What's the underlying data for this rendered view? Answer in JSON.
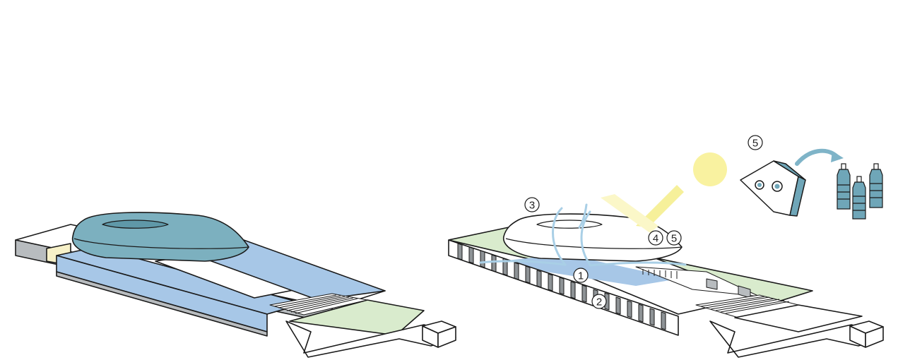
{
  "callouts": {
    "c1": "1",
    "c2": "2",
    "c3": "3",
    "c4": "4",
    "c5_roof": "5",
    "c5_product": "5"
  },
  "colors": {
    "outline": "#1a1a1a",
    "roof_teal": "#7cb0bf",
    "roof_teal_dark": "#5f98a8",
    "glass_blue": "#a7c7e7",
    "grey_slab": "#b8bcbf",
    "cream": "#f7f1c8",
    "green_plaza": "#d9ebcd",
    "sun_yellow": "#f9f2a0",
    "ray_yellow": "#f6f09a",
    "air_blue": "#a9cfe6",
    "product_blue": "#6fa6b8",
    "arrow_blue": "#7fb4c8"
  },
  "icons": [
    "sun-icon",
    "reuse-arrow-icon",
    "water-bottle-icon",
    "recycled-panel-icon"
  ]
}
